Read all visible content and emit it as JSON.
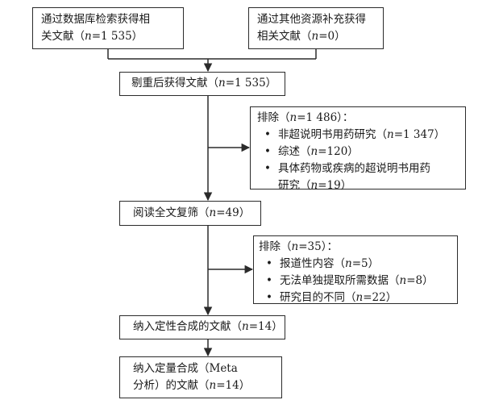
{
  "boxes": {
    "db_search": {
      "line1": "通过数据库检索获得相",
      "line2_pre": "关文献（",
      "n_label": "n",
      "line2_post": "=1 535）"
    },
    "other_sources": {
      "line1": "通过其他资源补充获得",
      "line2_pre": "相关文献（",
      "n_label": "n",
      "line2_post": "=0）"
    },
    "dedup": {
      "text_pre": "剔重后获得文献（",
      "n_label": "n",
      "text_post": "=1 535）"
    },
    "exclusion1": {
      "heading_pre": "排除（",
      "n_label": "n",
      "heading_post": "=1 486）：",
      "items": [
        {
          "bullet": "•",
          "text_pre": "非超说明书用药研究（",
          "n_label": "n",
          "text_post": "=1 347）"
        },
        {
          "bullet": "•",
          "text_pre": "综述（",
          "n_label": "n",
          "text_post": "=120）"
        },
        {
          "bullet": "•",
          "text_pre": "具体药物或疾病的超说明书用药",
          "cont_pre": "研究（",
          "n_label": "n",
          "text_post": "=19）"
        }
      ]
    },
    "full_text": {
      "text_pre": "阅读全文复筛（",
      "n_label": "n",
      "text_post": "=49）"
    },
    "exclusion2": {
      "heading_pre": "排除（",
      "n_label": "n",
      "heading_post": "=35）：",
      "items": [
        {
          "bullet": "•",
          "text_pre": "报道性内容（",
          "n_label": "n",
          "text_post": "=5）"
        },
        {
          "bullet": "•",
          "text_pre": "无法单独提取所需数据（",
          "n_label": "n",
          "text_post": "=8）"
        },
        {
          "bullet": "•",
          "text_pre": "研究目的不同（",
          "n_label": "n",
          "text_post": "=22）"
        }
      ]
    },
    "qualitative": {
      "text_pre": "纳入定性合成的文献（",
      "n_label": "n",
      "text_post": "=14）"
    },
    "quantitative": {
      "line1": "纳入定量合成（Meta",
      "line2_pre": "分析）的文献（",
      "n_label": "n",
      "line2_post": "=14）"
    }
  },
  "colors": {
    "border": "#2b2b2b",
    "arrow": "#2b2b2b",
    "text": "#1a1a1a",
    "background": "#ffffff"
  }
}
